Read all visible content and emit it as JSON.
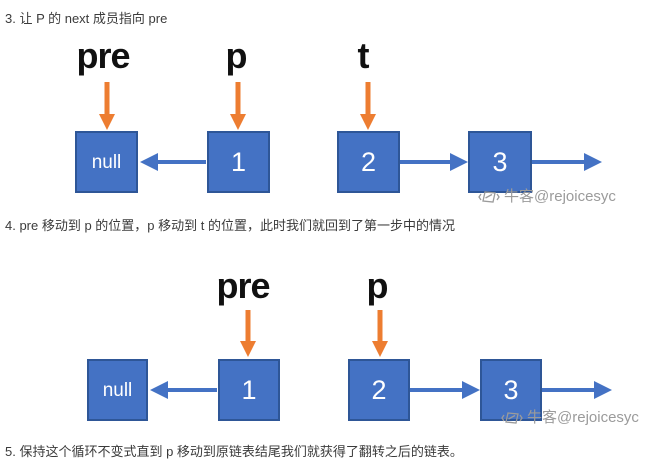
{
  "steps": [
    "3. 让 P 的 next 成员指向 pre",
    "4. pre 移动到 p 的位置，p 移动到 t 的位置，此时我们就回到了第一步中的情况",
    "5. 保持这个循环不变式直到 p 移动到原链表结尾我们就获得了翻转之后的链表。"
  ],
  "colors": {
    "node_fill": "#4472c4",
    "node_border": "#2e5697",
    "arrow_blue": "#4472c4",
    "arrow_orange": "#ed7d31",
    "label_color": "#111111",
    "text_color": "#3b3b3b",
    "watermark_color": "#9b9b9b",
    "node_text": "#ffffff"
  },
  "diagram1": {
    "pointers": [
      "pre",
      "p",
      "t"
    ],
    "nodes": [
      "null",
      "1",
      "2",
      "3"
    ],
    "watermark": "牛客@rejoicesyc"
  },
  "diagram2": {
    "pointers": [
      "pre",
      "p"
    ],
    "nodes": [
      "null",
      "1",
      "2",
      "3"
    ],
    "watermark": "牛客@rejoicesyc"
  }
}
